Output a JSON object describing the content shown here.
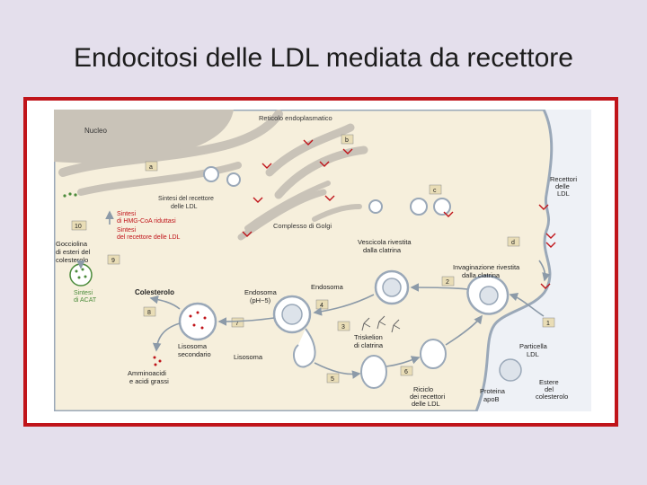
{
  "slide": {
    "title": "Endocitosi delle LDL mediata da recettore"
  },
  "labels": {
    "nucleo": "Nucleo",
    "reticolo": "Reticolo endoplasmatico",
    "sintesi_recettore_1": "Sintesi del recettore",
    "sintesi_recettore_2": "delle LDL",
    "sintesi_hmg_1": "Sintesi",
    "sintesi_hmg_2": "di HMG-CoA riduttasi",
    "sintesi_rec_1": "Sintesi",
    "sintesi_rec_2": "del recettore delle LDL",
    "gocciolina_1": "Gocciolina",
    "gocciolina_2": "di esteri del",
    "gocciolina_3": "colesterolo",
    "sintesi_acat_1": "Sintesi",
    "sintesi_acat_2": "di ACAT",
    "colesterolo": "Colesterolo",
    "golgi": "Complesso di Golgi",
    "vescicola_1": "Vescicola rivestita",
    "vescicola_2": "dalla clatrina",
    "recettori_1": "Recettori",
    "recettori_2": "delle",
    "recettori_3": "LDL",
    "invaginazione_1": "Invaginazione rivestita",
    "invaginazione_2": "dalla clatrina",
    "endosoma_1": "Endosoma",
    "endosoma_2": "(pH~5)",
    "endosoma_b": "Endosoma",
    "lisosoma_sec_1": "Lisosoma",
    "lisosoma_sec_2": "secondario",
    "lisosoma": "Lisosoma",
    "triskelion_1": "Triskelion",
    "triskelion_2": "di clatrina",
    "amminoacidi_1": "Amminoacidi",
    "amminoacidi_2": "e acidi grassi",
    "riciclo_1": "Riciclo",
    "riciclo_2": "dei recettori",
    "riciclo_3": "delle LDL",
    "proteina_1": "Proteina",
    "proteina_2": "apoB",
    "particella_1": "Particella",
    "particella_2": "LDL",
    "estere_1": "Estere",
    "estere_2": "del",
    "estere_3": "colesterolo"
  },
  "step_labels": {
    "a": "a",
    "b": "b",
    "c": "c",
    "d": "d",
    "s1": "1",
    "s2": "2",
    "s3": "3",
    "s4": "4",
    "s5": "5",
    "s6": "6",
    "s7": "7",
    "s8": "8",
    "s9": "9",
    "s10": "10"
  },
  "colors": {
    "frame_border": "#c0141a",
    "cytoplasm": "#f6efdc",
    "membrane": "#9aa8b8",
    "nucleus": "#c9c3b8",
    "step_box": "#e9ddb6",
    "receptor": "#c0141a",
    "arrow": "#8c9aa8"
  }
}
